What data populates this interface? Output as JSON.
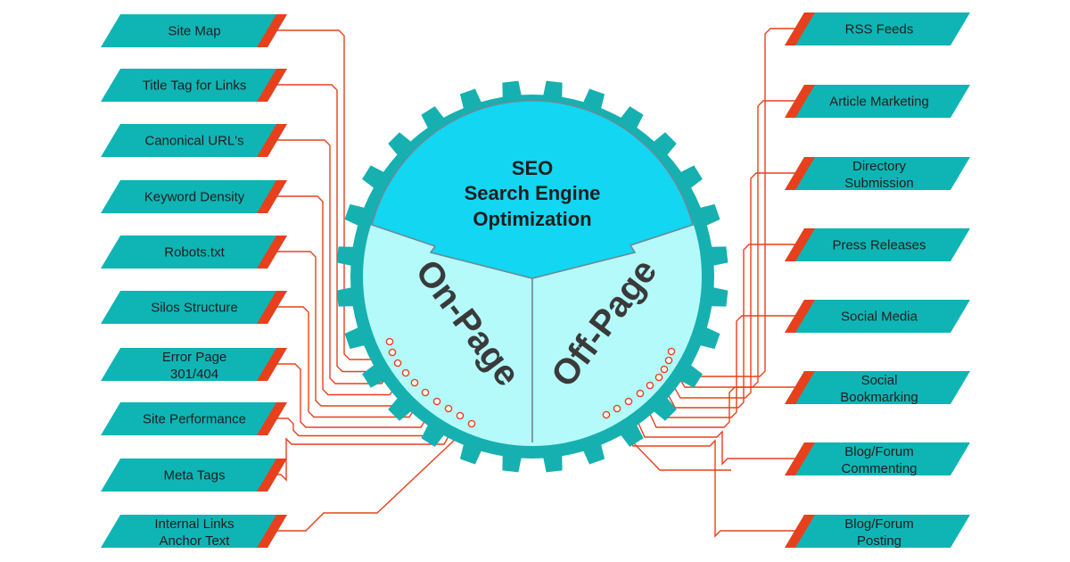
{
  "colors": {
    "teal": "#0fb5b5",
    "gear": "#16b0b0",
    "cyan_top": "#12d6f2",
    "light_cyan": "#b4fafa",
    "orange": "#e8401c",
    "divider": "#6b8a98"
  },
  "center": {
    "title_line1": "SEO",
    "title_line2": "Search Engine",
    "title_line3": "Optimization",
    "left_section": "On-Page",
    "right_section": "Off-Page"
  },
  "on_page_items": [
    {
      "lines": [
        "Site Map"
      ]
    },
    {
      "lines": [
        "Title Tag for Links"
      ]
    },
    {
      "lines": [
        "Canonical URL's"
      ]
    },
    {
      "lines": [
        "Keyword Density"
      ]
    },
    {
      "lines": [
        "Robots.txt"
      ]
    },
    {
      "lines": [
        "Silos Structure"
      ]
    },
    {
      "lines": [
        "Error Page",
        "301/404"
      ]
    },
    {
      "lines": [
        "Site Performance"
      ]
    },
    {
      "lines": [
        "Meta Tags"
      ]
    },
    {
      "lines": [
        "Internal Links",
        "Anchor Text"
      ]
    }
  ],
  "off_page_items": [
    {
      "lines": [
        "RSS Feeds"
      ]
    },
    {
      "lines": [
        "Article Marketing"
      ]
    },
    {
      "lines": [
        "Directory",
        "Submission"
      ]
    },
    {
      "lines": [
        "Press Releases"
      ]
    },
    {
      "lines": [
        "Social Media"
      ]
    },
    {
      "lines": [
        "Social",
        "Bookmarking"
      ]
    },
    {
      "lines": [
        "Blog/Forum",
        "Commenting"
      ]
    },
    {
      "lines": [
        "Blog/Forum",
        "Posting"
      ]
    }
  ]
}
